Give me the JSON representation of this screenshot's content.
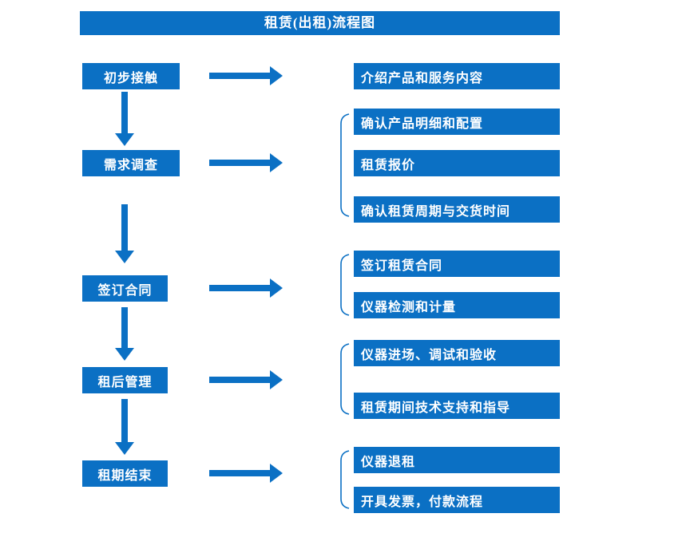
{
  "colors": {
    "accent": "#0b70c4",
    "text_on_accent": "#ffffff",
    "background": "#ffffff"
  },
  "title": "租赁(出租)流程图",
  "stages": [
    {
      "label": "初步接触",
      "details": [
        "介绍产品和服务内容"
      ]
    },
    {
      "label": "需求调查",
      "details": [
        "确认产品明细和配置",
        "租赁报价",
        "确认租赁周期与交货时间"
      ]
    },
    {
      "label": "签订合同",
      "details": [
        "签订租赁合同",
        "仪器检测和计量"
      ]
    },
    {
      "label": "租后管理",
      "details": [
        "仪器进场、调试和验收",
        "租赁期间技术支持和指导"
      ]
    },
    {
      "label": "租期结束",
      "details": [
        "仪器退租",
        "开具发票，付款流程"
      ]
    }
  ]
}
